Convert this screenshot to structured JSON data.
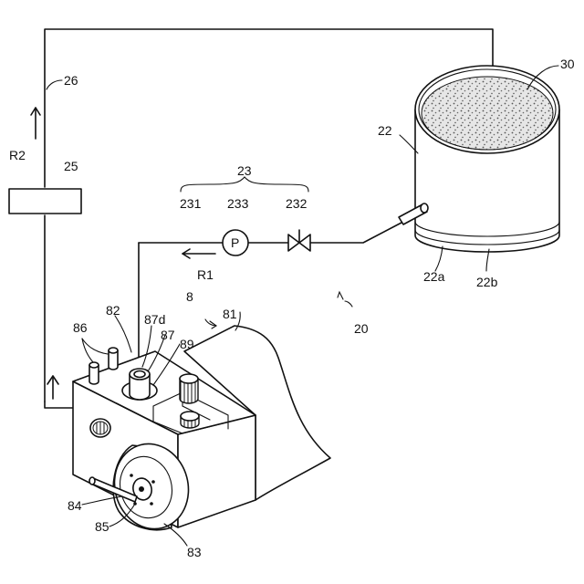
{
  "labels": {
    "system": "20",
    "apparatus": "8",
    "tank": "22",
    "tank_bottom_a": "22a",
    "tank_bottom_b": "22b",
    "supply_unit": "23",
    "supply_pipe": "231",
    "valve": "232",
    "pump_ref": "233",
    "pump_symbol": "P",
    "flow_r1": "R1",
    "flow_r2": "R2",
    "filter": "25",
    "return_pipe": "26",
    "liquid": "30",
    "housing": "81",
    "nozzle_a": "82",
    "disc": "83",
    "rod": "84",
    "hub": "85",
    "ports": "86",
    "nozzle": "87",
    "nozzle_tip": "87d",
    "cover": "89"
  }
}
